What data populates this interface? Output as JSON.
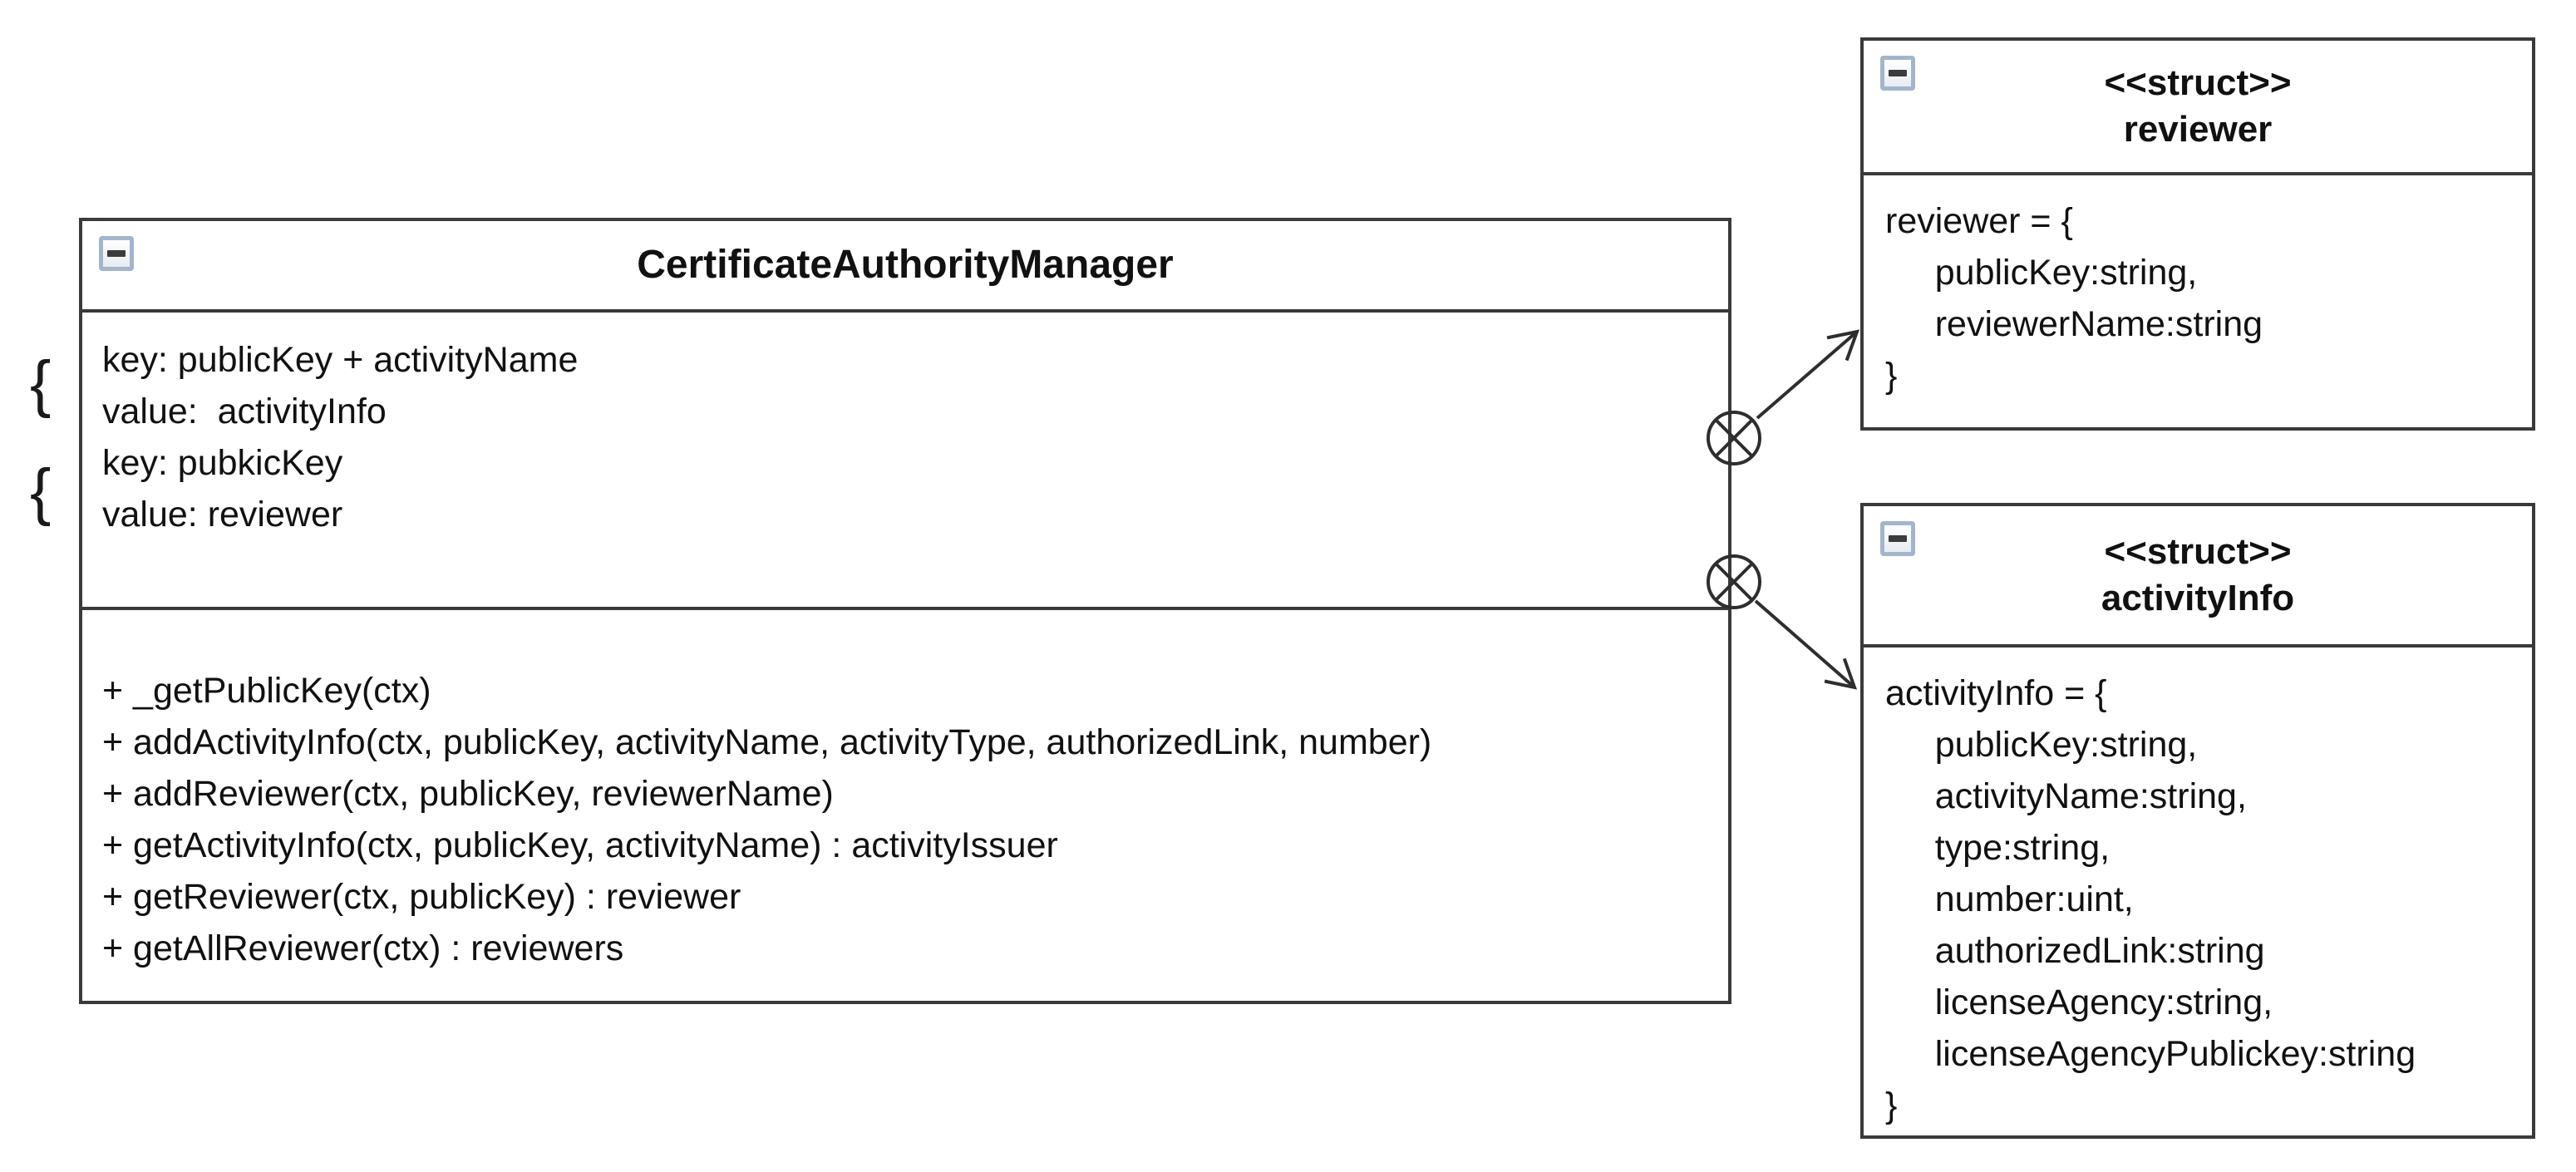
{
  "diagram": {
    "main_class": {
      "title": "CertificateAuthorityManager",
      "map_brace": "{",
      "attributes": [
        "key: publicKey + activityName",
        "value:  activityInfo",
        "key: pubkicKey",
        "value: reviewer"
      ],
      "methods": [
        "+ _getPublicKey(ctx)",
        "+ addActivityInfo(ctx, publicKey, activityName, activityType, authorizedLink, number)",
        "+ addReviewer(ctx, publicKey, reviewerName)",
        "+ getActivityInfo(ctx, publicKey, activityName) : activityIssuer",
        "+ getReviewer(ctx, publicKey) : reviewer",
        "+ getAllReviewer(ctx) : reviewers"
      ]
    },
    "reviewer_struct": {
      "stereotype": "<<struct>>",
      "name": "reviewer",
      "body": [
        "reviewer = {",
        "     publicKey:string,",
        "     reviewerName:string",
        "}"
      ]
    },
    "activity_info_struct": {
      "stereotype": "<<struct>>",
      "name": "activityInfo",
      "body": [
        "activityInfo = {",
        "     publicKey:string,",
        "     activityName:string,",
        "     type:string,",
        "     number:uint,",
        "     authorizedLink:string",
        "     licenseAgency:string,",
        "     licenseAgencyPublickey:string",
        "}"
      ]
    },
    "icons": {
      "collapse": "minus-in-square",
      "containment": "circle-with-x",
      "arrowhead": "open-arrow"
    },
    "colors": {
      "line": "#3a3a3a",
      "text": "#111111",
      "collapse_border": "#a3b5cc",
      "background": "#ffffff"
    }
  }
}
